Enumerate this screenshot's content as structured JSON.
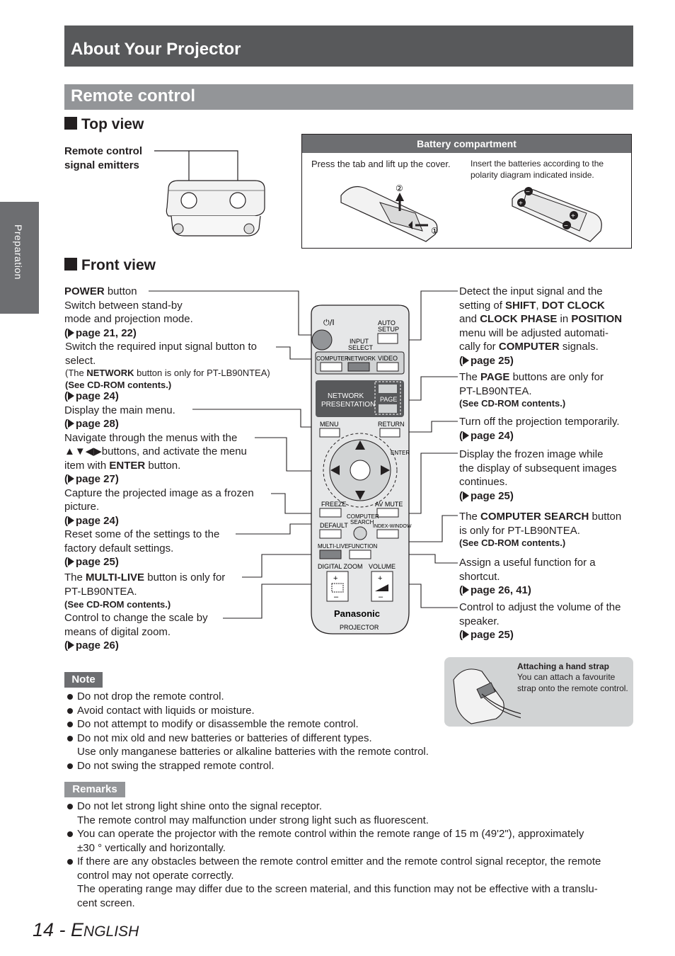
{
  "header": {
    "section": "About Your Projector",
    "title": "Remote control"
  },
  "side_tab": "Preparation",
  "top_view": {
    "heading": "Top view",
    "emitter_label_1": "Remote control",
    "emitter_label_2": "signal emitters"
  },
  "battery": {
    "title": "Battery compartment",
    "step1": "Press the tab and lift up the cover.",
    "step2_l1": "Insert the batteries according to the",
    "step2_l2": "polarity diagram indicated inside.",
    "mark1": "①",
    "mark2": "②"
  },
  "front_view": {
    "heading": "Front view"
  },
  "left_callouts": {
    "power_bold": "POWER",
    "power_rest": " button",
    "power_l2": "Switch between stand-by",
    "power_l3": "mode and projection mode.",
    "power_ref": "page 21, 22)",
    "input_l1": "Switch the required input signal button to",
    "input_l2": "select.",
    "network_pre": "(The ",
    "network_bold": "NETWORK",
    "network_post": " button is only for PT-LB90NTEA)",
    "see_cd": "(See CD-ROM contents.)",
    "input_ref": "page 24)",
    "menu_l1": "Display the main menu.",
    "menu_ref": "page 28)",
    "nav_l1": "Navigate through the menus with the",
    "nav_l2": "▲▼◀▶buttons, and activate the menu",
    "nav_l3_pre": "item with ",
    "nav_l3_bold": "ENTER",
    "nav_l3_post": " button.",
    "nav_ref": "page 27)",
    "freeze_l1": "Capture the projected image as a frozen",
    "freeze_l2": "picture.",
    "freeze_ref": "page 24)",
    "default_l1": "Reset some of the settings to the",
    "default_l2": "factory default settings.",
    "default_ref": "page 25)",
    "multi_pre": "The ",
    "multi_bold": "MULTI-LIVE",
    "multi_post": " button is only for",
    "multi_l2": "PT-LB90NTEA.",
    "zoom_l1": "Control to change the scale by",
    "zoom_l2": "means of digital zoom.",
    "zoom_ref": "page 26)"
  },
  "right_callouts": {
    "auto_l1": "Detect the input signal and the",
    "auto_l2_pre": "setting of ",
    "auto_l2_b1": "SHIFT",
    "auto_l2_mid": ", ",
    "auto_l2_b2": "DOT CLOCK",
    "auto_l3_pre": "and ",
    "auto_l3_b1": "CLOCK PHASE",
    "auto_l3_mid": " in ",
    "auto_l3_b2": "POSITION",
    "auto_l4": "menu will be adjusted automati-",
    "auto_l5_pre": "cally for ",
    "auto_l5_bold": "COMPUTER",
    "auto_l5_post": " signals.",
    "auto_ref": "page 25)",
    "page_pre": "The ",
    "page_bold": "PAGE",
    "page_post": " buttons are only for",
    "page_l2": "PT-LB90NTEA.",
    "see_cd": "(See CD-ROM contents.)",
    "mute_l1": "Turn off the projection temporarily.",
    "mute_ref": "page 24)",
    "frozen_l1": "Display the frozen image while",
    "frozen_l2": "the display of subsequent images",
    "frozen_l3": "continues.",
    "frozen_ref": "page 25)",
    "search_pre": "The ",
    "search_bold": "COMPUTER SEARCH",
    "search_post": " button",
    "search_l2": "is only for PT-LB90NTEA.",
    "func_l1": "Assign a useful function for a",
    "func_l2": "shortcut.",
    "func_ref": "page 26, 41)",
    "vol_l1": "Control to adjust the volume of the",
    "vol_l2": "speaker.",
    "vol_ref": "page 25)"
  },
  "remote": {
    "power": "⏻/I",
    "auto_setup_1": "AUTO",
    "auto_setup_2": "SETUP",
    "input_select_1": "INPUT",
    "input_select_2": "SELECT",
    "computer": "COMPUTER",
    "network": "NETWORK",
    "video": "VIDEO",
    "net_pres_1": "NETWORK",
    "net_pres_2": "PRESENTATION",
    "page": "PAGE",
    "menu": "MENU",
    "return": "RETURN",
    "enter": "ENTER",
    "freeze": "FREEZE",
    "av_mute": "AV MUTE",
    "default": "DEFAULT",
    "computer_search_1": "COMPUTER",
    "computer_search_2": "SEARCH",
    "index_window": "INDEX-WINDOW",
    "multi_live": "MULTI-LIVE",
    "function": "FUNCTION",
    "digital_zoom": "DIGITAL ZOOM",
    "volume": "VOLUME",
    "brand": "Panasonic",
    "projector": "PROJECTOR"
  },
  "strap": {
    "title": "Attaching a hand strap",
    "text_l1": "You can attach a favourite",
    "text_l2": "strap onto the remote control."
  },
  "note": {
    "label": "Note",
    "items": [
      "Do not drop the remote control.",
      "Avoid contact with liquids or moisture.",
      "Do not attempt to modify or disassemble the remote control.",
      "Do not mix old and new batteries or batteries of different types."
    ],
    "item4_l2": "Use only manganese batteries or alkaline batteries with the remote control.",
    "item5": "Do not swing the strapped remote control."
  },
  "remarks": {
    "label": "Remarks",
    "r1_l1": "Do not let strong light shine onto the signal receptor.",
    "r1_l2": "The remote control may malfunction under strong light such as fluorescent.",
    "r2_l1": "You can operate the projector with the remote control within the remote range of 15 m (49'2\"), approximately",
    "r2_l2": "±30 ° vertically and horizontally.",
    "r3_l1": "If there are any obstacles between the remote control emitter and the remote control signal receptor, the remote",
    "r3_l2": "control may not operate correctly.",
    "r3_l3": "The operating range may differ due to the screen material, and this function may not be effective with a translu-",
    "r3_l4": "cent screen."
  },
  "footer": {
    "page_num": "14 - ",
    "lang_big": "E",
    "lang_rest": "NGLISH"
  }
}
